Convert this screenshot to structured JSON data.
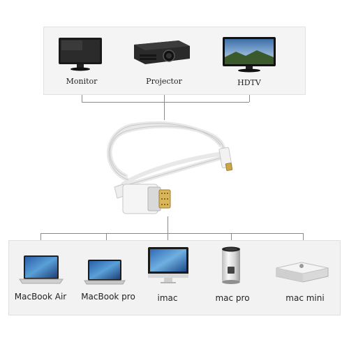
{
  "outputs": [
    {
      "label": "Monitor",
      "icon": "monitor-icon"
    },
    {
      "label": "Projector",
      "icon": "projector-icon"
    },
    {
      "label": "HDTV",
      "icon": "hdtv-icon"
    }
  ],
  "sources": [
    {
      "label": "MacBook Air",
      "icon": "macbook-air-icon"
    },
    {
      "label": "MacBook pro",
      "icon": "macbook-pro-icon"
    },
    {
      "label": "imac",
      "icon": "imac-icon"
    },
    {
      "label": "mac pro",
      "icon": "mac-pro-icon"
    },
    {
      "label": "mac mini",
      "icon": "mac-mini-icon"
    }
  ],
  "colors": {
    "connector_line": "#8a8a8a",
    "cable": "#e6e6e6",
    "gold_pins": "#c9a64a",
    "panel_background": "#f3f3f3"
  }
}
